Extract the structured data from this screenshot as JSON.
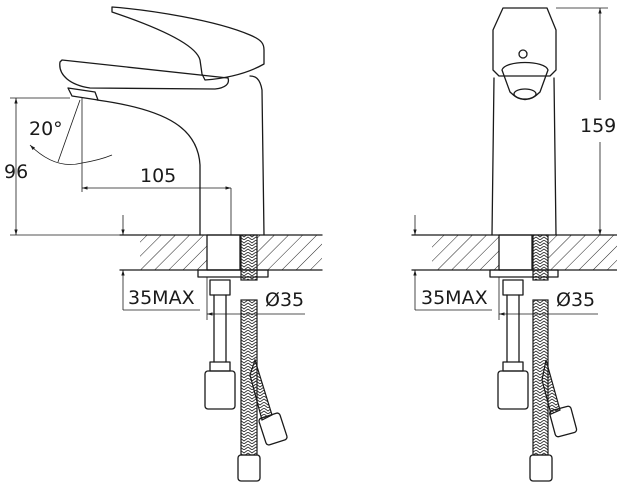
{
  "drawing": {
    "side_view": {
      "height_label": "96",
      "angle_label": "20°",
      "reach_label": "105",
      "deck_thickness_label": "35MAX",
      "hole_diameter_label": "Ø35"
    },
    "front_view": {
      "height_label": "159",
      "deck_thickness_label": "35MAX",
      "hole_diameter_label": "Ø35"
    }
  }
}
